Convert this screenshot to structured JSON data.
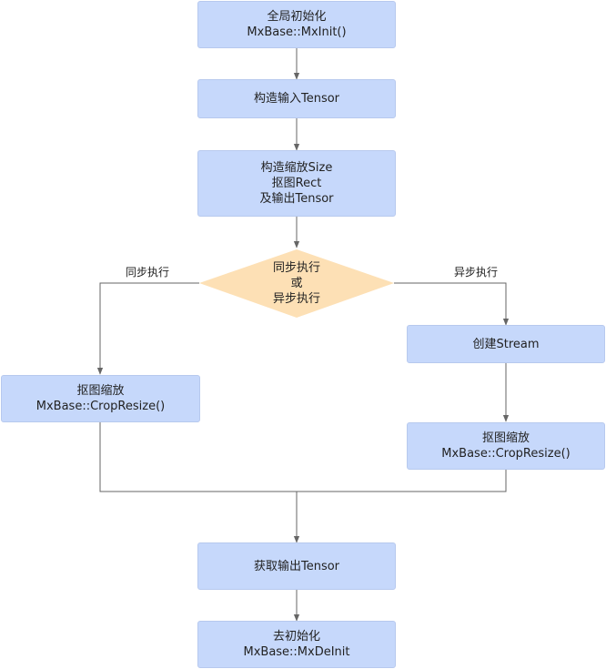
{
  "nodes": {
    "init": {
      "line1": "全局初始化",
      "line2": "MxBase::MxInit()"
    },
    "input_tensor": {
      "line1": "构造输入Tensor"
    },
    "prepare": {
      "line1": "构造缩放Size",
      "line2": "抠图Rect",
      "line3": "及输出Tensor"
    },
    "decision": {
      "line1": "同步执行",
      "line2": "或",
      "line3": "异步执行"
    },
    "sync_crop": {
      "line1": "抠图缩放",
      "line2": "MxBase::CropResize()"
    },
    "create_stream": {
      "line1": "创建Stream"
    },
    "async_crop": {
      "line1": "抠图缩放",
      "line2": "MxBase::CropResize()"
    },
    "get_output": {
      "line1": "获取输出Tensor"
    },
    "deinit": {
      "line1": "去初始化",
      "line2": "MxBase::MxDeInit"
    }
  },
  "edges": {
    "sync_label": "同步执行",
    "async_label": "异步执行"
  },
  "colors": {
    "box_fill": "#c6d8fb",
    "diamond_fill": "#fde0b5",
    "connector": "#666666"
  }
}
